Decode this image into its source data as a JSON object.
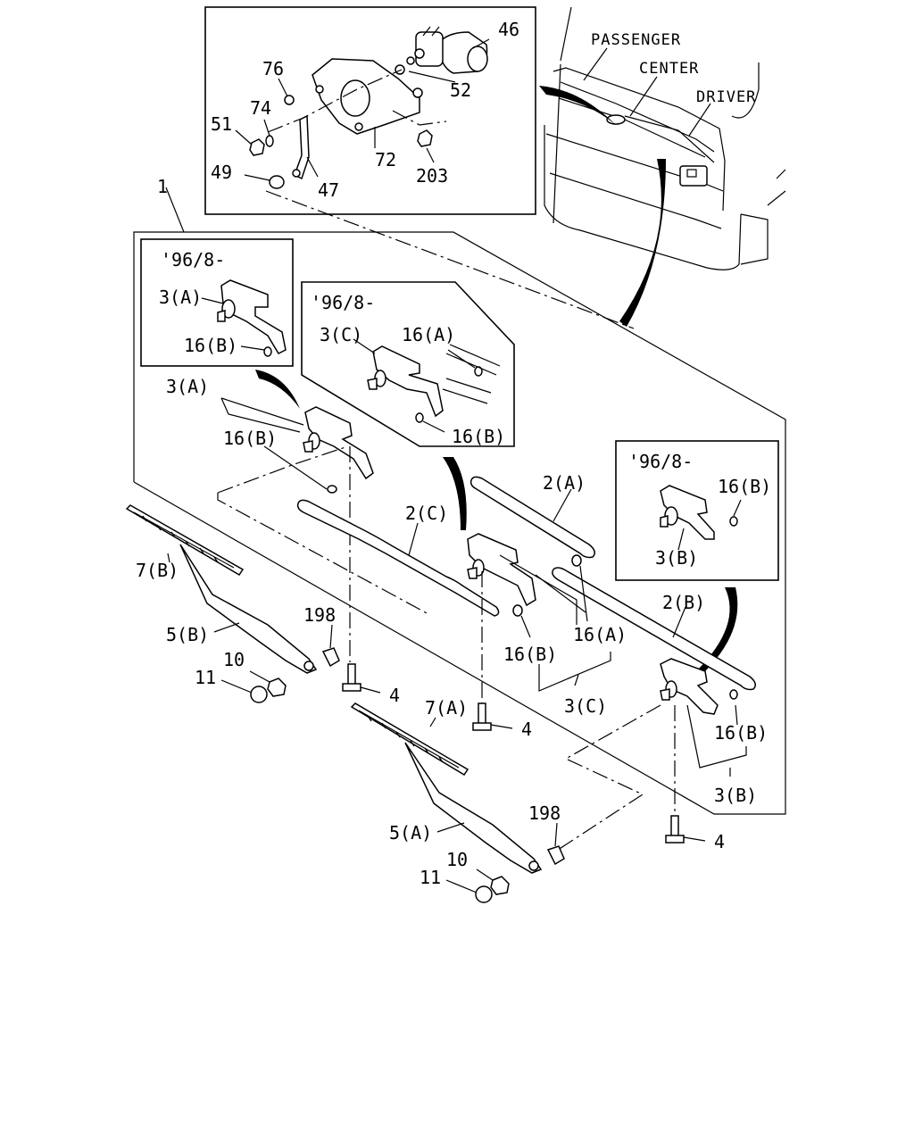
{
  "location_labels": {
    "passenger": "PASSENGER",
    "center": "CENTER",
    "driver": "DRIVER"
  },
  "inset_dates": {
    "left": "'96/8-",
    "middle": "'96/8-",
    "right": "'96/8-"
  },
  "part_labels": {
    "p46": "46",
    "p76": "76",
    "p52": "52",
    "p74": "74",
    "p51": "51",
    "p72": "72",
    "p203": "203",
    "p49": "49",
    "p47": "47",
    "p1": "1",
    "p3a_inset": "3(A)",
    "p16b_inset_left": "16(B)",
    "p3c_inset": "3(C)",
    "p16a_inset": "16(A)",
    "p16b_inset_mid": "16(B)",
    "p16b_inset_right": "16(B)",
    "p3b_inset": "3(B)",
    "p3a": "3(A)",
    "p16b_left": "16(B)",
    "p2a": "2(A)",
    "p2c": "2(C)",
    "p7b": "7(B)",
    "p5b": "5(B)",
    "p198_left": "198",
    "p10_left": "10",
    "p11_left": "11",
    "p4_left": "4",
    "p2b": "2(B)",
    "p16a_mid": "16(A)",
    "p16b_mid": "16(B)",
    "p3c": "3(C)",
    "p7a": "7(A)",
    "p4_mid": "4",
    "p16b_right": "16(B)",
    "p3b": "3(B)",
    "p198_right": "198",
    "p5a": "5(A)",
    "p10_right": "10",
    "p11_right": "11",
    "p4_right": "4"
  }
}
